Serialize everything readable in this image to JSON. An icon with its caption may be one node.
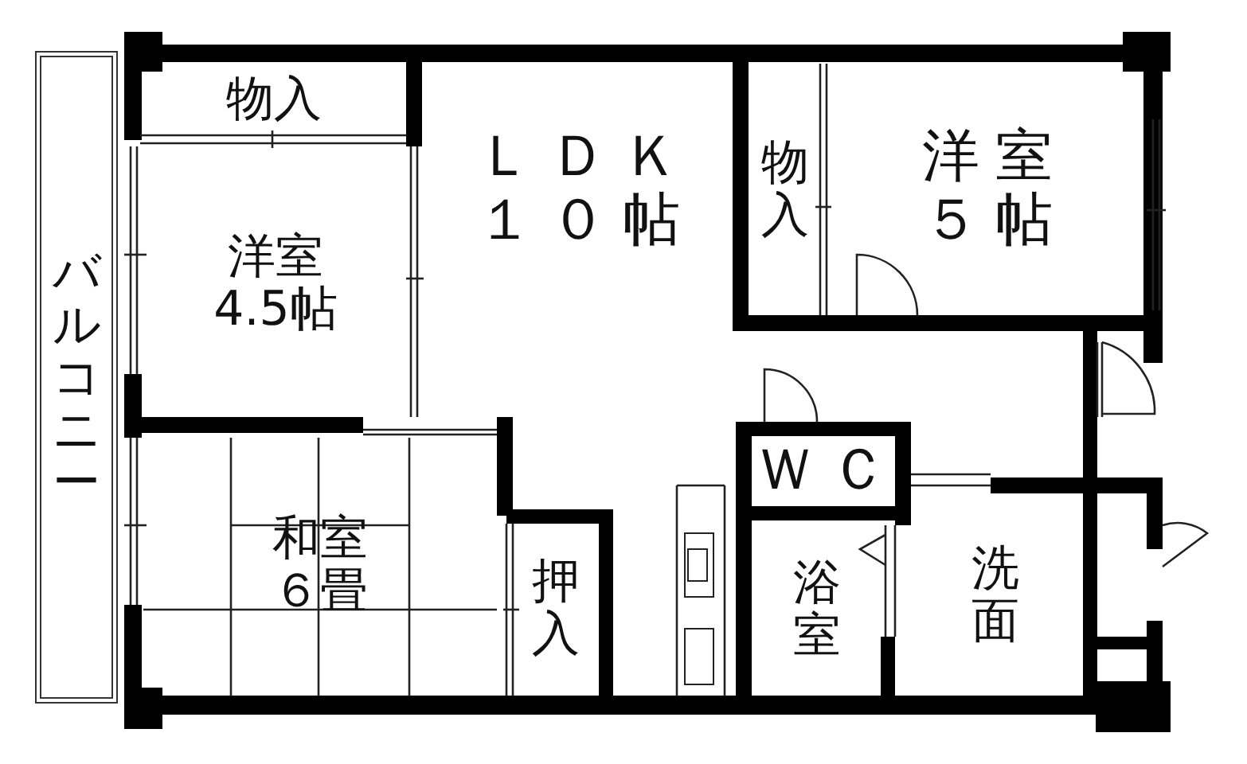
{
  "diagram": {
    "nodes": [
      {
        "text": [
          "バルコニー"
        ]
      },
      {
        "text": [
          "物入"
        ]
      },
      {
        "text": [
          "洋室",
          "4.5帖"
        ]
      },
      {
        "text": [
          "ＬＤＫ",
          "１０帖"
        ]
      },
      {
        "text": [
          "物入"
        ]
      },
      {
        "text": [
          "洋室",
          "５帖"
        ]
      },
      {
        "text": [
          "和室",
          "６畳"
        ]
      },
      {
        "text": [
          "押入"
        ]
      },
      {
        "text": [
          "ＷＣ"
        ]
      },
      {
        "text": [
          "浴室"
        ]
      },
      {
        "text": [
          "洗面"
        ]
      }
    ]
  }
}
